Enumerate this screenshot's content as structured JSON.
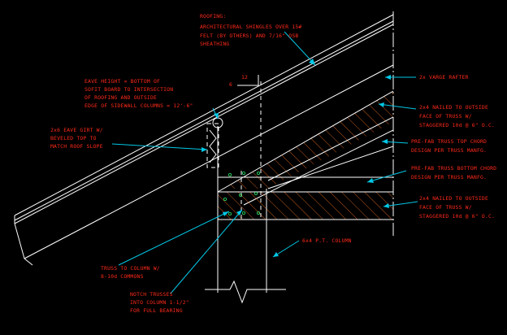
{
  "notes": {
    "roofing": [
      "ROOFING:",
      "ARCHITECTURAL SHINGLES OVER 15#",
      "FELT (BY OTHERS) AND 7/16\" OSB",
      "SHEATHING"
    ],
    "eave": [
      "EAVE HEIGHT = BOTTOM OF",
      "SOFIT BOARD TO INTERSECTION",
      "OF ROOFING AND OUTSIDE",
      "EDGE OF SIDEWALL COLUMNS = 12'-6\""
    ],
    "girt": [
      "2x6 EAVE GIRT W/",
      "BEVELED TOP TO",
      "MATCH ROOF SLOPE"
    ],
    "rafter": [
      "2x VARGE RAFTER"
    ],
    "nailed_top": [
      "2x4 NAILED TO OUTSIDE",
      "FACE OF TRUSS W/",
      "STAGGERED 10d @ 6\" O.C."
    ],
    "top_chord": [
      "PRE-FAB TRUSS TOP CHORD",
      "DESIGN PER TRUSS MANFG."
    ],
    "bottom_chord": [
      "PRE-FAB TRUSS BOTTOM CHORD",
      "DESIGN PER TRUSS MANFG."
    ],
    "nailed_bottom": [
      "2x4 NAILED TO OUTSIDE",
      "FACE OF TRUSS W/",
      "STAGGERED 10d @ 6\" O.C."
    ],
    "column": [
      "6x4 P.T. COLUMN"
    ],
    "truss_to_column": [
      "TRUSS TO COLUMN W/",
      "8-10d COMMONS"
    ],
    "notch": [
      "NOTCH TRUSSES",
      "INTO COLUMN 1-1/2\"",
      "FOR FULL BEARING"
    ]
  },
  "slope": {
    "rise": "6",
    "run": "12"
  }
}
